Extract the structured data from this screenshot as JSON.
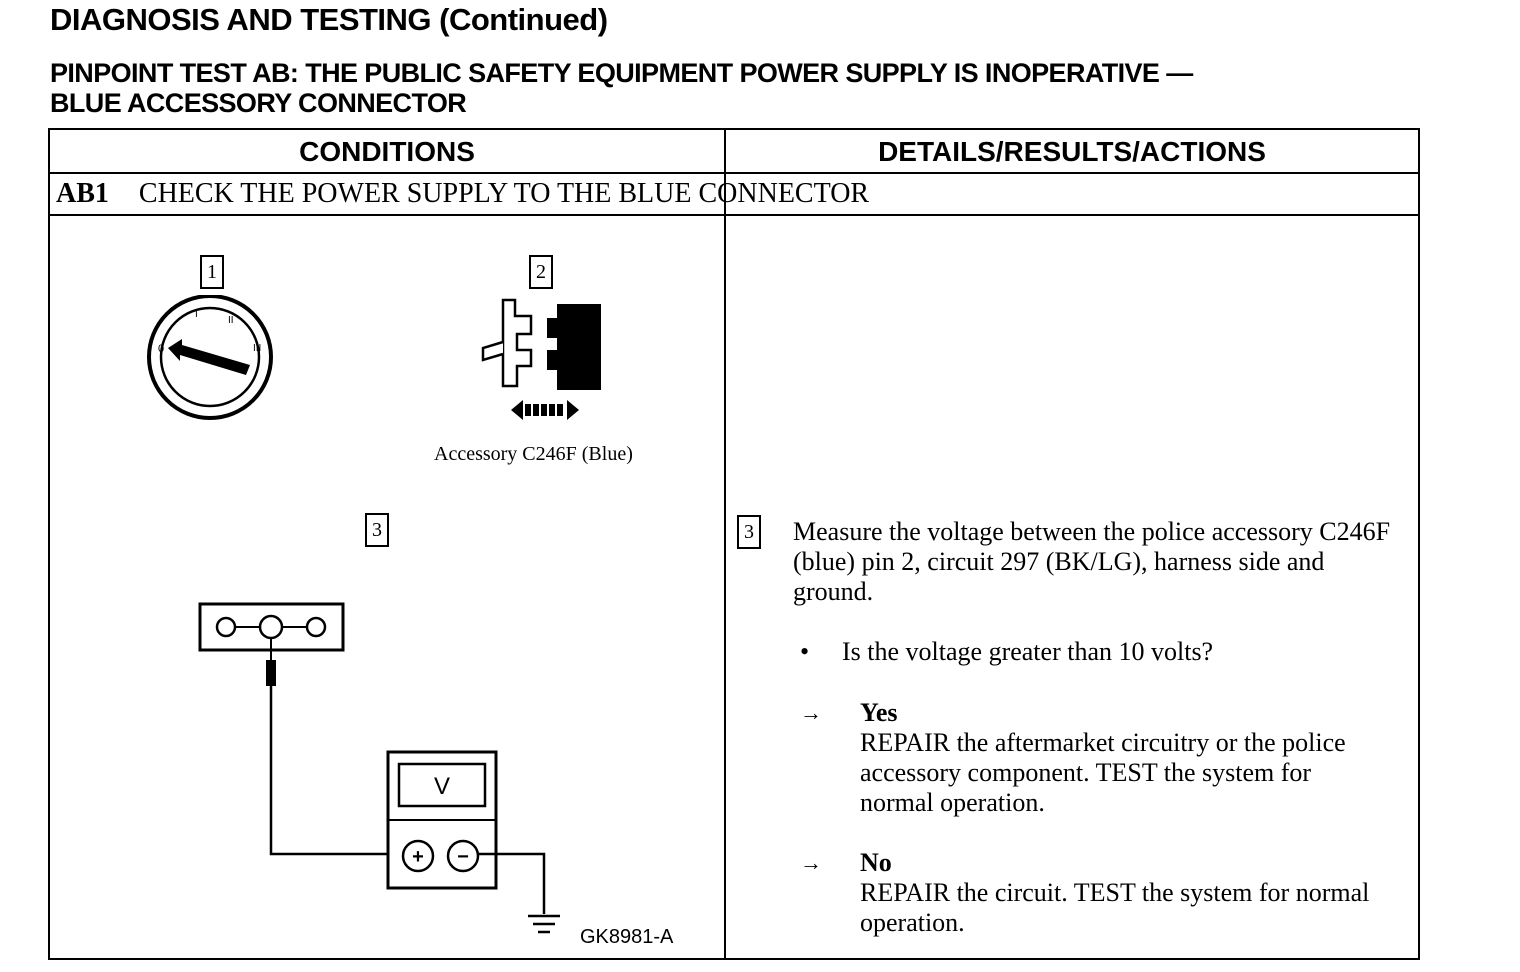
{
  "header": {
    "title": "DIAGNOSIS AND TESTING (Continued)",
    "subtitle_line1": "PINPOINT TEST AB:  THE PUBLIC SAFETY EQUIPMENT POWER SUPPLY IS INOPERATIVE —",
    "subtitle_line2": "BLUE ACCESSORY CONNECTOR"
  },
  "table": {
    "col_conditions": "CONDITIONS",
    "col_details": "DETAILS/RESULTS/ACTIONS",
    "step_id": "AB1",
    "step_title": "CHECK THE POWER SUPPLY TO THE BLUE CONNECTOR"
  },
  "figure": {
    "callout_1": "1",
    "callout_2": "2",
    "callout_3": "3",
    "connector_label": "Accessory C246F (Blue)",
    "meter_unit": "V",
    "plus": "+",
    "minus": "−",
    "ignition_marks": [
      "0",
      "I",
      "II",
      "III"
    ],
    "figure_id": "GK8981-A"
  },
  "instructions": {
    "step_num": "3",
    "text": "Measure the voltage between the police accessory C246F (blue) pin 2, circuit 297 (BK/LG), harness side and ground.",
    "bullet": "•",
    "question": "Is the voltage greater than 10 volts?",
    "arrow": "→",
    "yes_label": "Yes",
    "yes_text": "REPAIR the aftermarket circuitry or the police accessory component. TEST the system for normal operation.",
    "no_label": "No",
    "no_text": "REPAIR the circuit. TEST the system for normal operation."
  }
}
